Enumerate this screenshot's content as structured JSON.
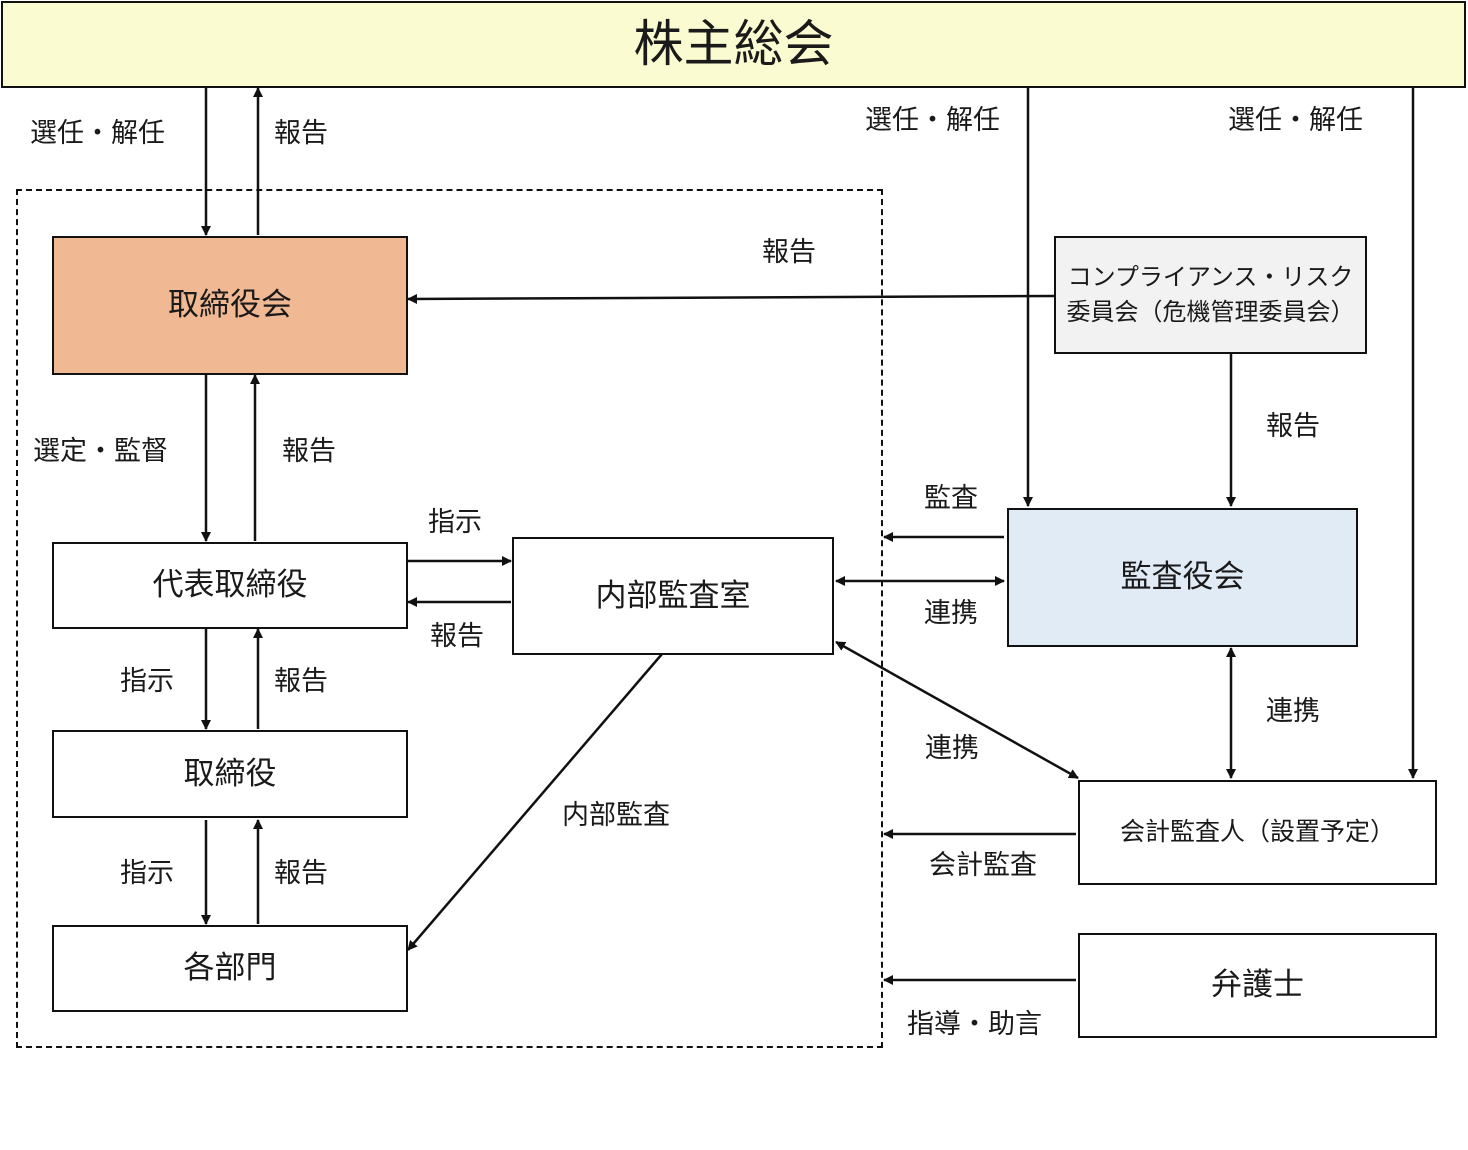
{
  "shareholders_meeting": "株主総会",
  "nodes": {
    "board": "取締役会",
    "representative_director": "代表取締役",
    "directors": "取締役",
    "departments": "各部門",
    "internal_audit_office": "内部監査室",
    "compliance_risk_committee_line1": "コンプライアンス・リスク",
    "compliance_risk_committee_line2": "委員会（危機管理委員会）",
    "audit_board": "監査役会",
    "accounting_auditor": "会計監査人（設置予定）",
    "lawyer": "弁護士"
  },
  "edge_labels": {
    "elect_dismiss_board": "選任・解任",
    "report_to_meeting": "報告",
    "elect_dismiss_audit": "選任・解任",
    "elect_dismiss_accountant": "選任・解任",
    "committee_report_to_board": "報告",
    "select_supervise": "選定・監督",
    "rep_report_to_board": "報告",
    "instruct_to_audit_office": "指示",
    "audit_office_report": "報告",
    "rep_instruct_directors": "指示",
    "directors_report_rep": "報告",
    "directors_instruct_departments": "指示",
    "departments_report_directors": "報告",
    "internal_audit": "内部監査",
    "committee_report_to_audit_board": "報告",
    "audit": "監査",
    "cooperation_audit_office": "連携",
    "cooperation_audit_accountant": "連携",
    "cooperation_office_accountant": "連携",
    "accounting_audit": "会計監査",
    "guidance_advice": "指導・助言"
  },
  "colors": {
    "meeting_fill": "#fafbd0",
    "board_fill": "#f0b893",
    "committee_fill": "#f2f2f2",
    "audit_board_fill": "#e1ebf5",
    "line": "#111111"
  }
}
